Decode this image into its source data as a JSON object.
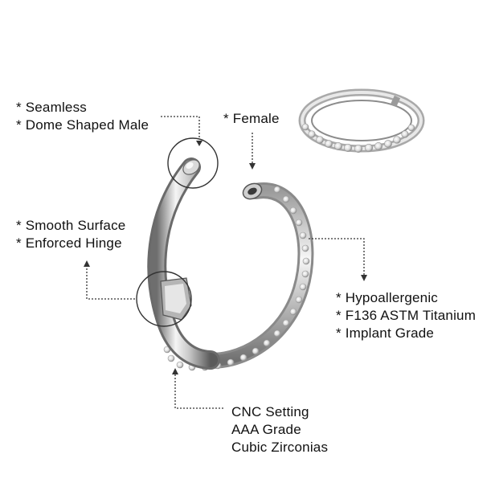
{
  "callouts": {
    "seamless": {
      "lines": [
        "* Seamless",
        "* Dome Shaped Male"
      ]
    },
    "female": {
      "lines": [
        "* Female"
      ]
    },
    "smooth": {
      "lines": [
        "* Smooth Surface",
        "* Enforced Hinge"
      ]
    },
    "hypoallergenic": {
      "lines": [
        "* Hypoallergenic",
        "* F136 ASTM Titanium",
        "* Implant Grade"
      ]
    },
    "cnc": {
      "lines": [
        "CNC Setting",
        "AAA Grade",
        "Cubic Zirconias"
      ]
    }
  },
  "colors": {
    "metal_light": "#f2f2f2",
    "metal_mid": "#bfbfbf",
    "metal_dark": "#7a7a7a",
    "line": "#333333"
  }
}
